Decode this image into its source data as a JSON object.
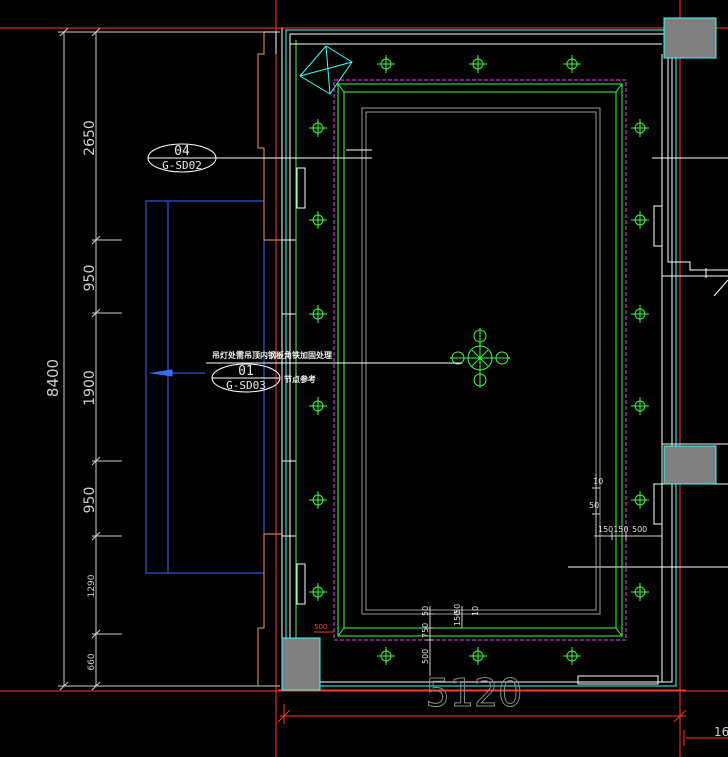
{
  "dimensions": {
    "left_total": "8400",
    "left_segments": [
      "2650",
      "950",
      "1900",
      "950",
      "1290",
      "660"
    ],
    "bottom_total": "5120",
    "bottom_right_partial": "16",
    "inner_labels": {
      "offset_10": "10",
      "offset_50": "50",
      "gap_150150": "150150",
      "gap_500": "500",
      "bottom_500_red": "500",
      "bottom_50a": "50",
      "bottom_750": "750",
      "bottom_500": "500",
      "bottom_50b": "50",
      "bottom_150": "150",
      "bottom_10": "10"
    }
  },
  "callouts": [
    {
      "number": "04",
      "sheet": "G-SD02"
    },
    {
      "number": "01",
      "sheet": "G-SD03"
    }
  ],
  "notes": {
    "main": "吊灯处需吊顶内钢板角铁加固处理",
    "sub": "节点参考"
  },
  "colors": {
    "background": "#000000",
    "structure": "#ffffff",
    "ceiling_green": "#3cff3c",
    "magenta": "#ff3cff",
    "dimension_red": "#ff3a1f",
    "column_fill": "#808080",
    "blue_outline": "#3a6aff",
    "orange_wall": "#ff9a3c",
    "cyan_line": "#3cffff"
  }
}
